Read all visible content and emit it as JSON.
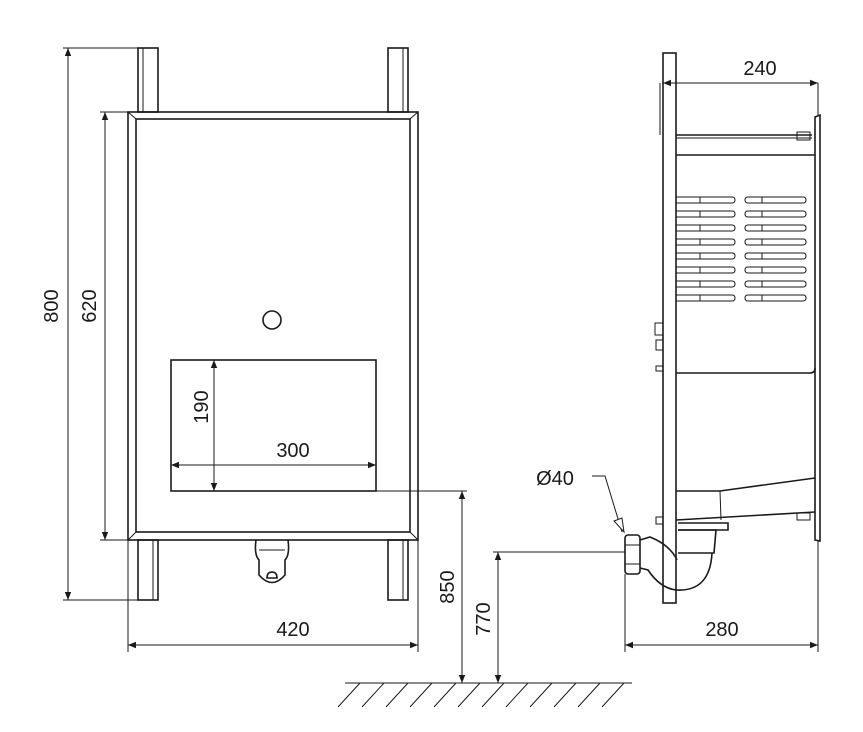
{
  "drawing": {
    "front_view": {
      "height_total": "800",
      "panel_height": "620",
      "panel_width": "420",
      "basin_height": "190",
      "basin_width": "300",
      "basin_floor_height": "850",
      "drain_height": "770"
    },
    "side_view": {
      "box_depth": "240",
      "total_depth": "280",
      "drain_diameter": "Ø40"
    },
    "line_color": "#1a1a1a"
  }
}
